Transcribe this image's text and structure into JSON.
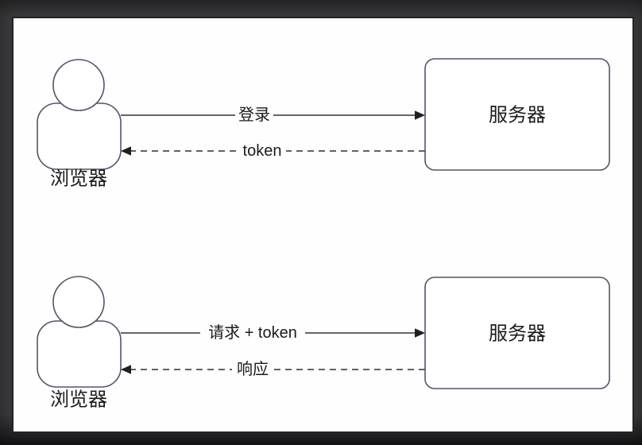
{
  "diagram": {
    "title_semantic": "token-auth-flow",
    "top_flow": {
      "actor_label": "浏览器",
      "server_label": "服务器",
      "request_label": "登录",
      "response_label": "token"
    },
    "bottom_flow": {
      "actor_label": "浏览器",
      "server_label": "服务器",
      "request_label": "请求 + token",
      "response_label": "响应"
    },
    "colors": {
      "canvas_background": "#fefefe",
      "frame_background": "#3b3b3d",
      "node_stroke": "#54546a",
      "line_color": "#333333",
      "dashed_line_color": "#4c4c4c",
      "text_color": "#1b1b1b"
    }
  }
}
